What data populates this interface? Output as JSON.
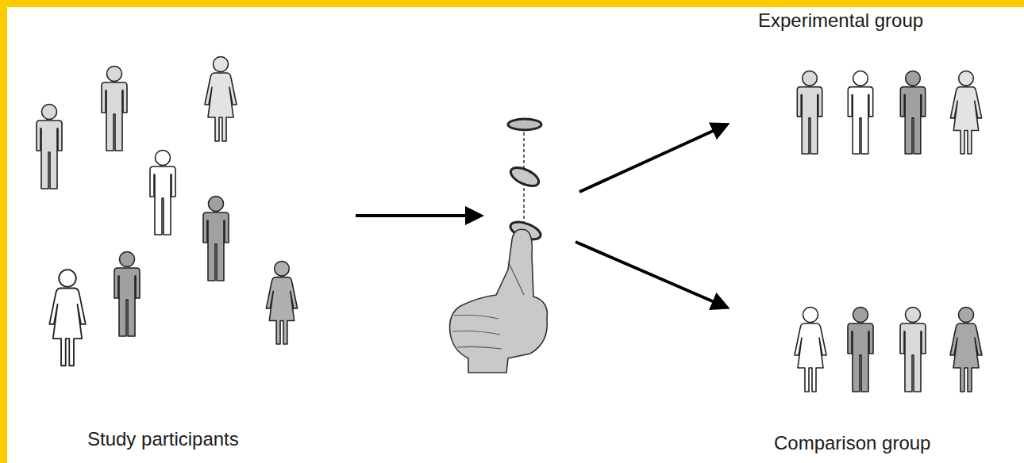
{
  "diagram": {
    "labels": [
      "Experimental group",
      "Study participants",
      "Comparison group"
    ]
  }
}
